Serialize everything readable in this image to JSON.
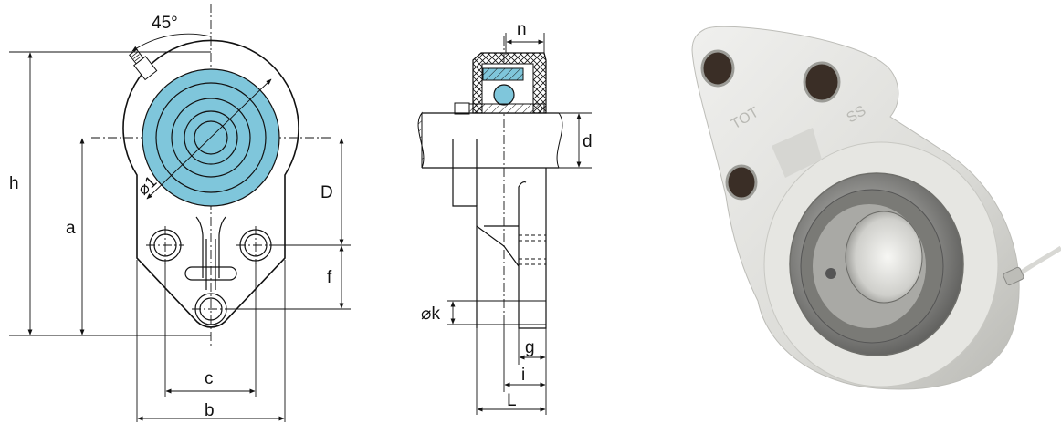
{
  "front_view": {
    "angle_label": "45°",
    "h_label": "h",
    "a_label": "a",
    "d1_label": "⌀1",
    "D_label": "D",
    "f_label": "f",
    "c_label": "c",
    "b_label": "b"
  },
  "side_view": {
    "n_label": "n",
    "d_label": "d",
    "k_label": "⌀k",
    "g_label": "g",
    "i_label": "i",
    "L_label": "L"
  },
  "colors": {
    "insert_fill": "#7fc6db",
    "housing_fill": "#ffffff",
    "line": "#111111",
    "photo_housing": "#e4e4e0",
    "photo_steel": "#8c8c8c"
  },
  "photo": {
    "housing_embossed_text_1": "TOT",
    "housing_embossed_text_2": "SS"
  }
}
